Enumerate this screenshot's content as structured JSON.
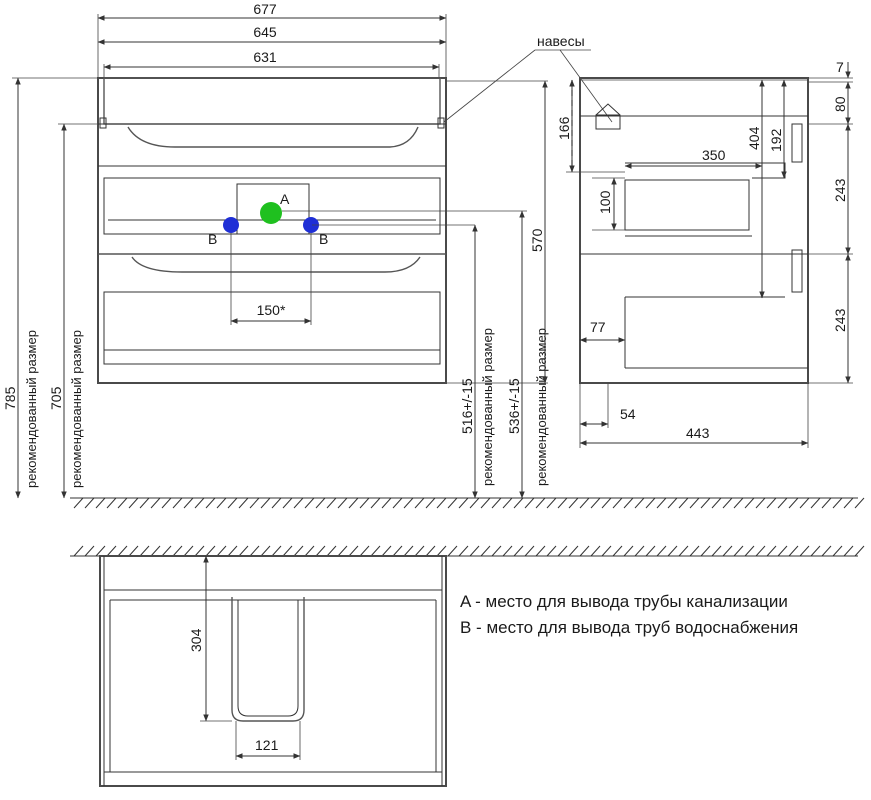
{
  "front_view": {
    "dims": {
      "overall_width": "677",
      "frame_width": "645",
      "inner_width": "631",
      "spacing_b": "150*",
      "height_total": "785",
      "height_top": "705",
      "height_waste": "516+/-15",
      "height_supply": "536+/-15",
      "height_body": "570"
    },
    "recommended_label": "рекомендованный размер",
    "marker_a": "A",
    "marker_b_left": "B",
    "marker_b_right": "B",
    "hinges_label": "навесы"
  },
  "side_view": {
    "dims": {
      "top_gap": "7",
      "top_panel": "80",
      "depth_hinge": "166",
      "drawer_upper": "243",
      "drawer_lower": "243",
      "h_404": "404",
      "h_192": "192",
      "depth_350": "350",
      "h_100": "100",
      "offset_77": "77",
      "offset_54": "54",
      "depth_total": "443"
    }
  },
  "plan_view": {
    "dims": {
      "cutout_depth": "304",
      "cutout_width": "121"
    }
  },
  "legend": {
    "a": "A - место для вывода трубы канализации",
    "b": "B - место для вывода труб водоснабжения"
  },
  "colors": {
    "marker_a": "#1fc01f",
    "marker_b": "#1f2fd6",
    "line": "#333333"
  }
}
